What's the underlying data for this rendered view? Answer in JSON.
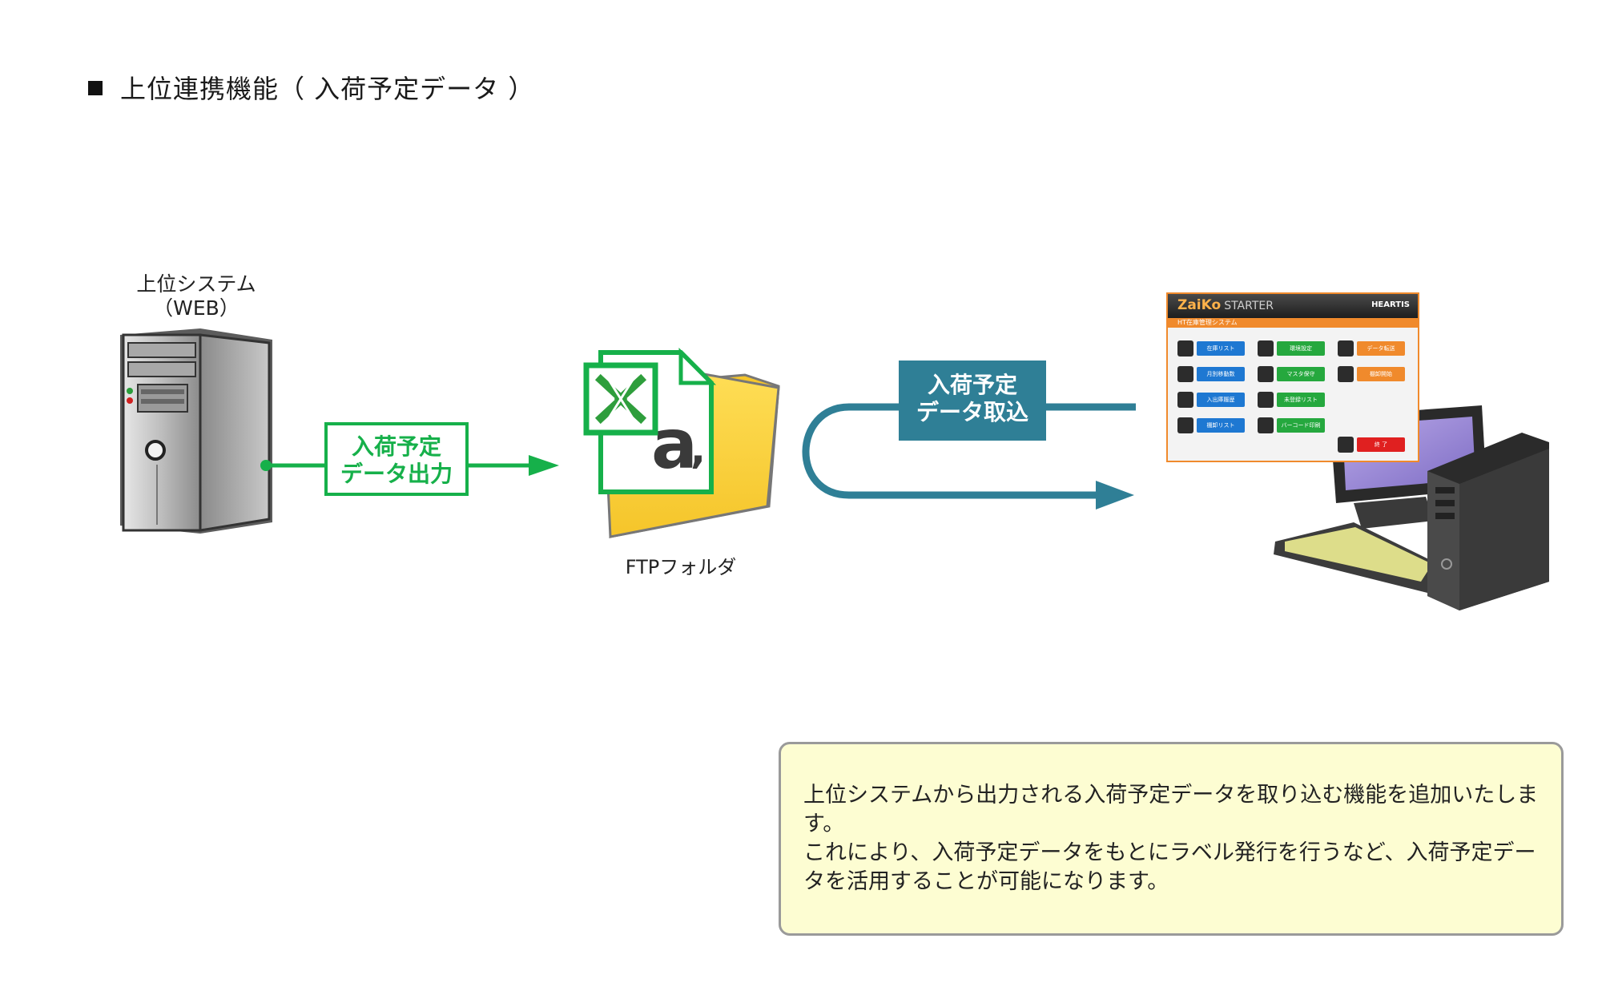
{
  "title": "上位連携機能（ 入荷予定データ ）",
  "server": {
    "label_line1": "上位システム",
    "label_line2": "（WEB）"
  },
  "output_box": {
    "line1": "入荷予定",
    "line2": "データ出力"
  },
  "folder": {
    "label": "FTPフォルダ"
  },
  "import_box": {
    "line1": "入荷予定",
    "line2": "データ取込"
  },
  "app": {
    "logo_z": "ZaiKo",
    "logo_starter": "STARTER",
    "brand": "HEARTIS",
    "subtitle": "HT在庫管理システム",
    "buttons": [
      [
        {
          "label": "在庫リスト",
          "color": "#1e78d2"
        },
        {
          "label": "環境設定",
          "color": "#25a83e"
        },
        {
          "label": "データ転送",
          "color": "#f08a2c"
        }
      ],
      [
        {
          "label": "月別移動数",
          "color": "#1e78d2"
        },
        {
          "label": "マスタ保守",
          "color": "#25a83e"
        },
        {
          "label": "棚卸開始",
          "color": "#f08a2c"
        }
      ],
      [
        {
          "label": "入出庫履歴",
          "color": "#1e78d2"
        },
        {
          "label": "未登録リスト",
          "color": "#25a83e"
        }
      ],
      [
        {
          "label": "棚卸リスト",
          "color": "#1e78d2"
        },
        {
          "label": "バーコード印刷",
          "color": "#25a83e"
        }
      ]
    ],
    "exit": {
      "label": "終 了",
      "color": "#e02020"
    }
  },
  "note": {
    "paragraph1": "上位システムから出力される入荷予定データを取り込む機能を追加いたします。",
    "paragraph2": "これにより、入荷予定データをもとにラベル発行を行うなど、入荷予定データを活用することが可能になります。"
  },
  "colors": {
    "output_green": "#16b04a",
    "import_teal": "#2f7f96",
    "note_background": "#fdfdd2",
    "app_accent": "#f08a2c"
  }
}
